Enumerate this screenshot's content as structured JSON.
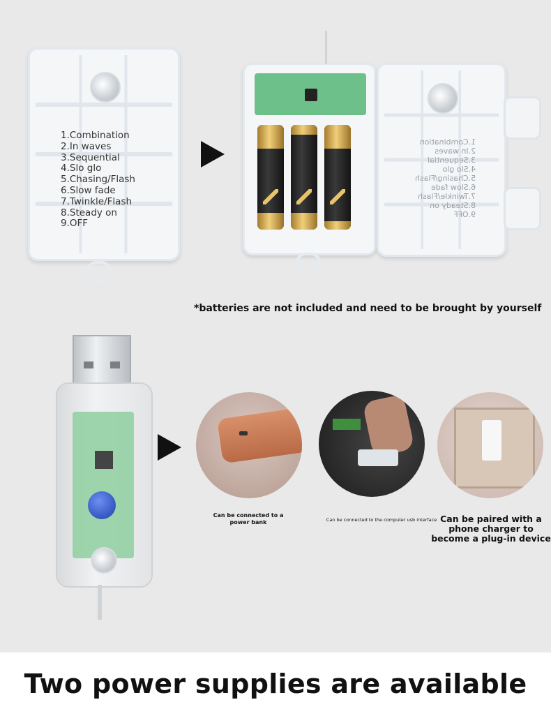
{
  "modes_list": [
    "1.Combination",
    "2.In waves",
    "3.Sequential",
    "4.Slo glo",
    "5.Chasing/Flash",
    "6.Slow fade",
    "7.Twinkle/Flash",
    "8.Steady on",
    "9.OFF"
  ],
  "battery_note": "*batteries are not included and need to be brought by yourself",
  "power_options": [
    {
      "caption": "Can be connected to a power bank"
    },
    {
      "caption": "Can be connected to the computer usb interface"
    },
    {
      "caption": "Can be paired with a phone charger to become a plug-in device"
    }
  ],
  "headline": "Two power supplies are available",
  "colors": {
    "background": "#e9e9e9",
    "footer": "#ffffff",
    "arrow": "#111111",
    "button_blue": "#3b5fc8",
    "pcb_green": "#6ec08a"
  },
  "icons": [
    "arrow-right-icon",
    "arrow-right-icon"
  ]
}
